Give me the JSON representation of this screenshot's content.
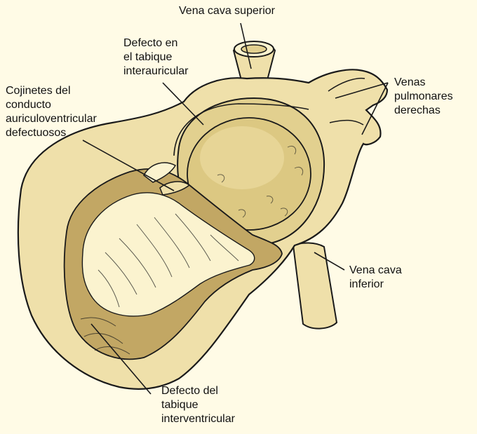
{
  "colors": {
    "background": "#fffbe6",
    "outer_wall": "#efe0aa",
    "chamber": "#e2d08f",
    "dark_region": "#c2a764",
    "pale_region": "#fbf3cf",
    "outline": "#1a1a1a"
  },
  "labels": {
    "vena_cava_superior": [
      "Vena cava superior"
    ],
    "defecto_tabique_interauricular": [
      "Defecto en",
      "el tabique",
      "interauricular"
    ],
    "cojinetes": [
      "Cojinetes del",
      "conducto",
      "auriculoventricular",
      "defectuosos"
    ],
    "venas_pulmonares": [
      "Venas",
      "pulmonares",
      "derechas"
    ],
    "vena_cava_inferior": [
      "Vena cava",
      "inferior"
    ],
    "defecto_tabique_interventricular": [
      "Defecto del",
      "tabique",
      "interventricular"
    ]
  }
}
